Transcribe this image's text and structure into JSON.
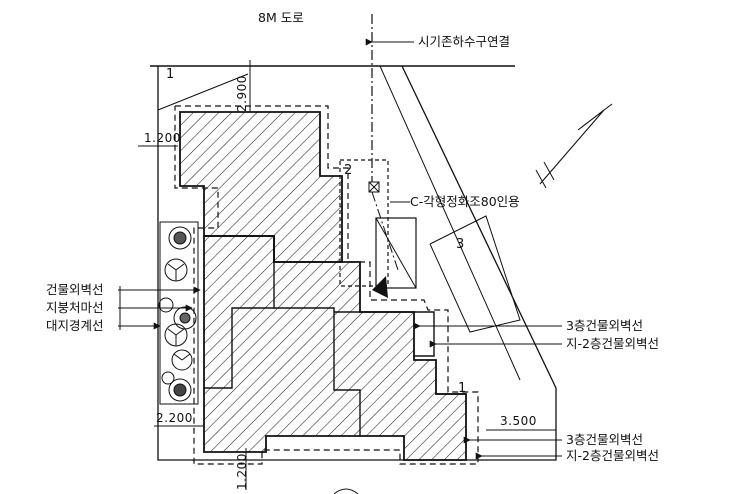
{
  "road": {
    "label": "8M 도로"
  },
  "callouts": {
    "hydrant": "시기존하수구연결",
    "septic": "C-각형정화조80인용",
    "left_1": "건물외벽선",
    "left_2": "지붕처마선",
    "left_3": "대지경계선",
    "right_1": "3층건물외벽선",
    "right_2": "지-2층건물외벽선",
    "right_3": "3층건물외벽선",
    "right_4": "지-2층건물외벽선"
  },
  "dimensions": {
    "d_top": "2.900",
    "d_left_top": "1.200",
    "d_left_bottom": "2.200",
    "d_bottom": "1.200",
    "d_right": "3.500"
  },
  "markers": {
    "m1": "1",
    "m2": "2",
    "m3": "3",
    "m4": "1"
  },
  "colors": {
    "ink": "#111111",
    "paper": "#ffffff"
  }
}
